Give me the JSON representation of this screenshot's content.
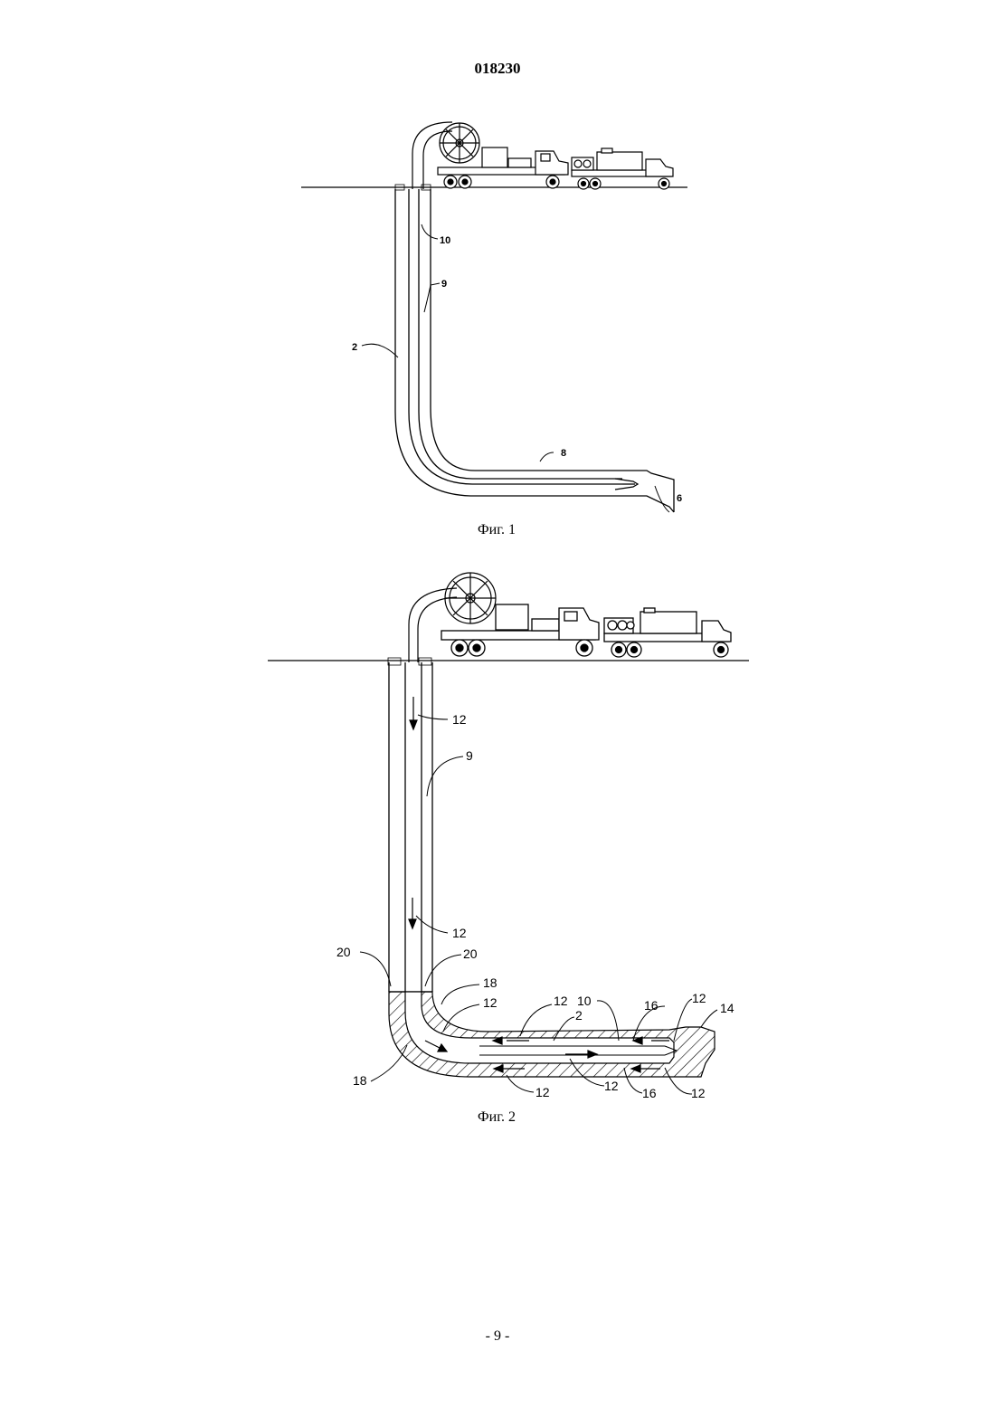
{
  "header": {
    "doc_number": "018230"
  },
  "figure1": {
    "caption": "Фиг. 1",
    "labels": {
      "casing": "2",
      "tubing": "9",
      "annulus": "10",
      "formation": "8",
      "bottom": "6"
    }
  },
  "figure2": {
    "caption": "Фиг. 2",
    "labels": {
      "flow_top": "12",
      "tubing": "9",
      "flow_lower": "12",
      "level_left": "20",
      "level_right": "20",
      "fill_upper": "18",
      "flow_bend": "12",
      "flow_h1": "12",
      "annulus": "10",
      "flow_h2": "12",
      "tip": "14",
      "casing": "2",
      "zone_upper": "16",
      "fill_lower": "18",
      "flow_bottom1": "12",
      "flow_bottom2": "12",
      "zone_lower": "16",
      "flow_bottom3": "12"
    }
  },
  "footer": {
    "page_number": "- 9 -"
  }
}
